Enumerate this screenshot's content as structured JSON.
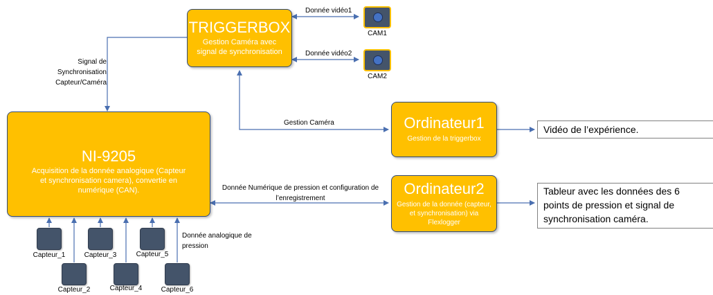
{
  "triggerbox": {
    "title": "TRIGGERBOX",
    "desc": "Gestion Caméra avec signal de synchronisation"
  },
  "ni9205": {
    "title": "NI-9205",
    "desc": "Acquisition de la donnée analogique (Capteur et synchronisation camera), convertie en numérique (CAN)."
  },
  "ordinateur1": {
    "title": "Ordinateur1",
    "desc": "Gestion de la triggerbox"
  },
  "ordinateur2": {
    "title": "Ordinateur2",
    "desc": "Gestion de la donnée (capteur, et synchronisation) via Flexlogger"
  },
  "cams": [
    {
      "label": "CAM1"
    },
    {
      "label": "CAM2"
    }
  ],
  "sensors": [
    {
      "label": "Capteur_1"
    },
    {
      "label": "Capteur_2"
    },
    {
      "label": "Capteur_3"
    },
    {
      "label": "Capteur_4"
    },
    {
      "label": "Capteur_5"
    },
    {
      "label": "Capteur_6"
    }
  ],
  "links": {
    "video1": "Donnée vidéo1",
    "video2": "Donnée vidéo2",
    "sync": "Signal de Synchronisation Capteur/Caméra",
    "gestion_camera": "Gestion Caméra",
    "numerique": "Donnée Numérique de pression et configuration de l’enregistrement",
    "analogique": "Donnée analogique de pression"
  },
  "outputs": {
    "video": "Vidéo de l’expérience.",
    "tableur": "Tableur avec les données des 6 points de pression et signal de synchronisation caméra."
  },
  "colors": {
    "box_fill": "#ffc000",
    "box_border": "#2f4a7a",
    "line": "#4a6fb0",
    "device": "#44546a",
    "lens": "#4472c4"
  }
}
